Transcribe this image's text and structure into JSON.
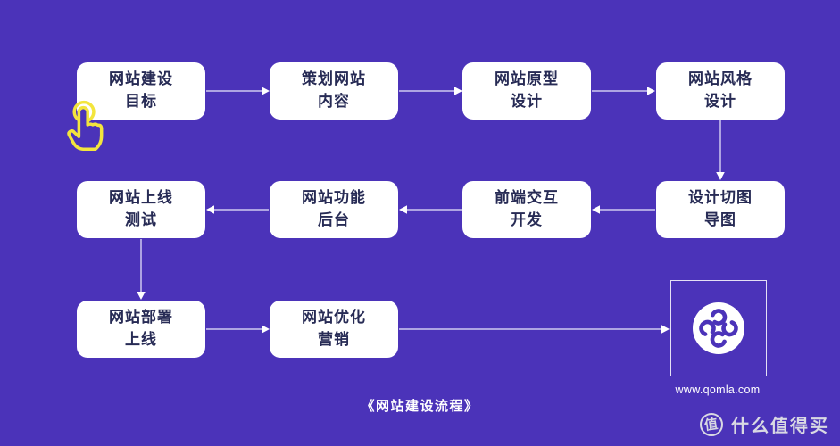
{
  "colors": {
    "background": "#4B33B9",
    "node_background": "#FFFFFF",
    "node_text": "#272B55",
    "connector_line": "#CFC9F0",
    "arrowhead": "#FFFFFF",
    "hand_cursor": "#F3E53D",
    "watermark": "#D9D9E3"
  },
  "flowchart": {
    "caption": "《网站建设流程》",
    "nodes": [
      {
        "id": "n1",
        "label": "网站建设\n目标"
      },
      {
        "id": "n2",
        "label": "策划网站\n内容"
      },
      {
        "id": "n3",
        "label": "网站原型\n设计"
      },
      {
        "id": "n4",
        "label": "网站风格\n设计"
      },
      {
        "id": "n5",
        "label": "网站上线\n测试"
      },
      {
        "id": "n6",
        "label": "网站功能\n后台"
      },
      {
        "id": "n7",
        "label": "前端交互\n开发"
      },
      {
        "id": "n8",
        "label": "设计切图\n导图"
      },
      {
        "id": "n9",
        "label": "网站部署\n上线"
      },
      {
        "id": "n10",
        "label": "网站优化\n营销"
      }
    ],
    "edges": [
      [
        "n1",
        "n2"
      ],
      [
        "n2",
        "n3"
      ],
      [
        "n3",
        "n4"
      ],
      [
        "n4",
        "n8"
      ],
      [
        "n8",
        "n7"
      ],
      [
        "n7",
        "n6"
      ],
      [
        "n6",
        "n5"
      ],
      [
        "n5",
        "n9"
      ],
      [
        "n9",
        "n10"
      ],
      [
        "n10",
        "logo"
      ]
    ]
  },
  "logo": {
    "icon": "qomla-clover-logo",
    "url_text": "www.qomla.com"
  },
  "watermark": {
    "icon_char": "值",
    "text": "什么值得买"
  }
}
